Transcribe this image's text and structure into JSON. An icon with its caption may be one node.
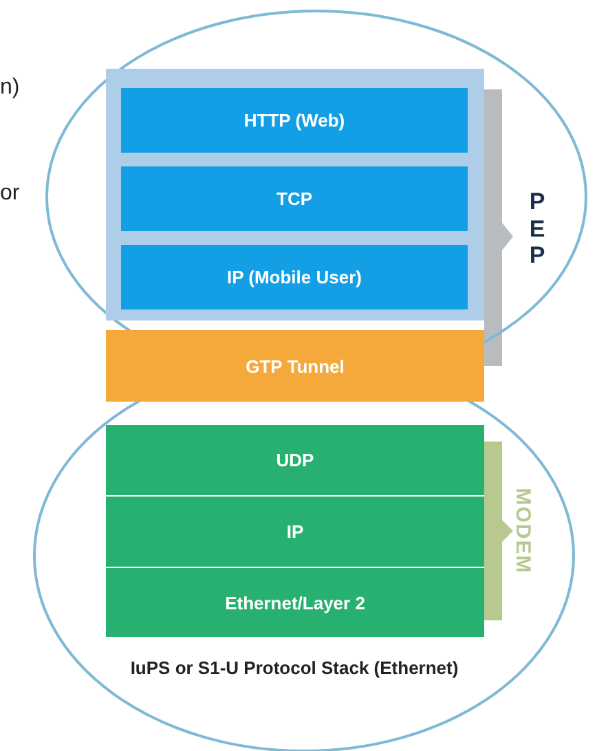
{
  "diagram": {
    "nodes": [
      {
        "text": [],
        "shape": "box"
      },
      {
        "text": [
          "HTTP (Web)"
        ],
        "in": 0
      },
      {
        "text": [
          "TCP"
        ],
        "in": 0
      },
      {
        "text": [
          "IP (Mobile User)"
        ],
        "in": 0
      },
      {
        "text": [
          "GTP Tunnel"
        ]
      },
      {
        "text": [
          "UDP"
        ]
      },
      {
        "text": [
          "IP"
        ]
      },
      {
        "text": [
          "Ethernet/Layer 2"
        ]
      }
    ],
    "edges": [],
    "labels": [
      "n)",
      "or",
      "PEP",
      "MODEM",
      "IuPS or S1-U Protocol Stack (Ethernet)"
    ]
  }
}
